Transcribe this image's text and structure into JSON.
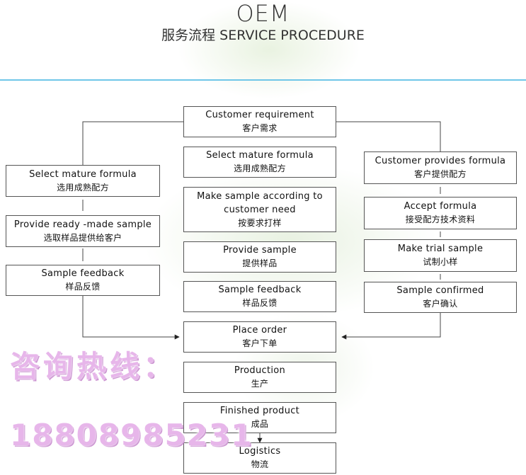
{
  "header": {
    "title": "OEM",
    "subtitle": "服务流程 SERVICE PROCEDURE"
  },
  "colors": {
    "rule": "#6fc6e8",
    "border": "#555555",
    "hotline": "#e7b6ea"
  },
  "flow": {
    "center": [
      {
        "en": "Customer requirement",
        "cn": "客户需求"
      },
      {
        "en": "Select mature formula",
        "cn": "选用成熟配方"
      },
      {
        "en": "Make sample according to customer need",
        "cn": "按要求打样"
      },
      {
        "en": "Provide sample",
        "cn": "提供样品"
      },
      {
        "en": "Sample feedback",
        "cn": "样品反馈"
      },
      {
        "en": "Place order",
        "cn": "客户下单"
      },
      {
        "en": "Production",
        "cn": "生产"
      },
      {
        "en": "Finished product",
        "cn": "成品"
      },
      {
        "en": "Logistics",
        "cn": "物流"
      }
    ],
    "left": [
      {
        "en": "Select mature formula",
        "cn": "选用成熟配方"
      },
      {
        "en": "Provide ready -made sample",
        "cn": "选取样品提供给客户"
      },
      {
        "en": "Sample feedback",
        "cn": "样品反馈"
      }
    ],
    "right": [
      {
        "en": "Customer provides formula",
        "cn": "客户提供配方"
      },
      {
        "en": "Accept formula",
        "cn": "接受配方技术资料"
      },
      {
        "en": "Make trial sample",
        "cn": "试制小样"
      },
      {
        "en": "Sample confirmed",
        "cn": "客户确认"
      }
    ]
  },
  "hotline": {
    "label": "咨询热线：",
    "number": "18808985231"
  }
}
